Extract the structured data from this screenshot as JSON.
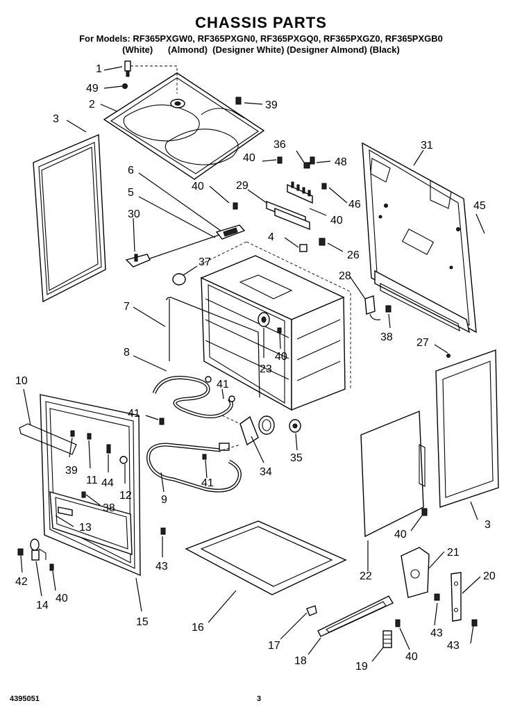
{
  "page": {
    "title": "CHASSIS PARTS",
    "models_line": "For Models: RF365PXGW0, RF365PXGN0, RF365PXGQ0, RF365PXGZ0, RF365PXGB0",
    "variants_line": "(White)      (Almond)  (Designer White) (Designer Almond) (Black)",
    "doc_number": "4395051",
    "page_number": "3"
  },
  "callouts": [
    "1",
    "49",
    "2",
    "39",
    "3",
    "40",
    "36",
    "48",
    "31",
    "6",
    "40",
    "29",
    "46",
    "5",
    "40",
    "30",
    "4",
    "26",
    "45",
    "37",
    "28",
    "7",
    "23",
    "38",
    "40",
    "8",
    "27",
    "41",
    "10",
    "41",
    "35",
    "39",
    "11",
    "44",
    "12",
    "34",
    "9",
    "41",
    "38",
    "13",
    "40",
    "3",
    "43",
    "21",
    "20",
    "42",
    "14",
    "40",
    "15",
    "16",
    "22",
    "43",
    "17",
    "18",
    "19",
    "40",
    "43"
  ]
}
